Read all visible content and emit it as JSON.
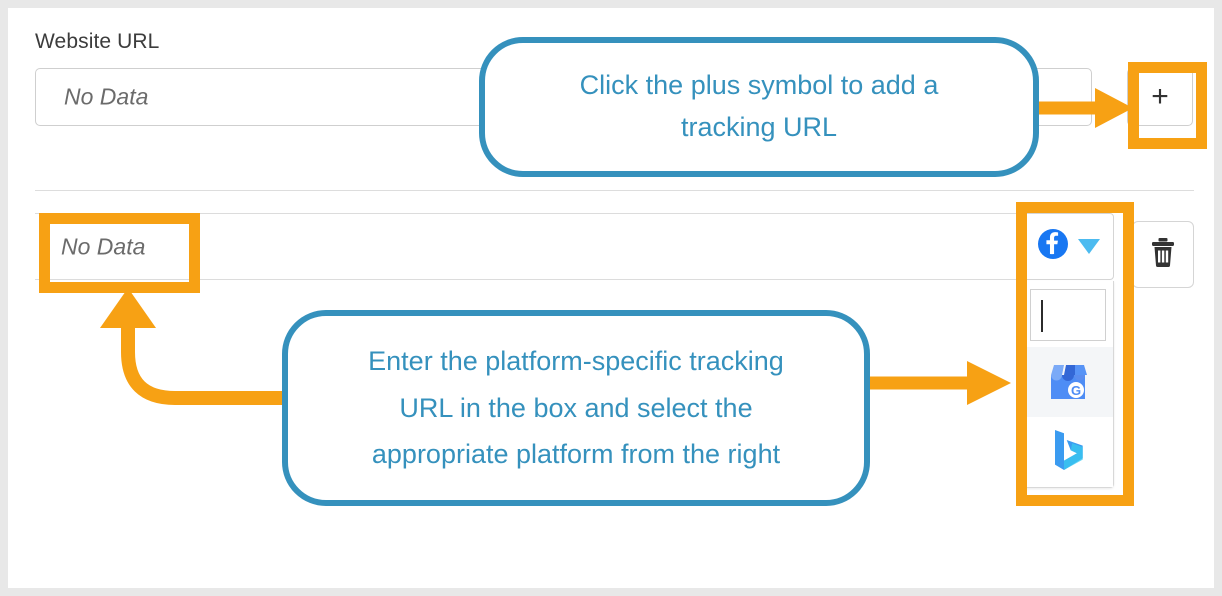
{
  "theme": {
    "accent_orange": "#f7a114",
    "callout_blue": "#3591bd",
    "caret_blue": "#4cbbf0",
    "facebook_blue": "#1877f2",
    "border_gray": "#cfcfcf",
    "frame_gray": "#e8e8e8"
  },
  "form": {
    "label": "Website URL",
    "url_placeholder": "No Data",
    "add_button_label": "+"
  },
  "row": {
    "tracking_url_placeholder": "No Data",
    "platform_search_value": "",
    "delete_icon": "trash-icon"
  },
  "platform_dropdown": {
    "selected": "facebook",
    "caret": "chevron-down-icon",
    "options": [
      {
        "id": "google-my-business",
        "icon": "google-my-business-icon",
        "highlighted": true
      },
      {
        "id": "bing",
        "icon": "bing-icon",
        "highlighted": false
      }
    ]
  },
  "callouts": [
    {
      "id": "callout-add-tracking-url",
      "lines": [
        "Click the plus symbol to add a",
        "tracking URL"
      ]
    },
    {
      "id": "callout-enter-tracking-url",
      "lines": [
        "Enter the platform-specific tracking",
        "URL in the box and select the",
        "appropriate platform from the right"
      ]
    }
  ],
  "highlights": [
    {
      "id": "highlight-plus-button",
      "target": "add-url-button"
    },
    {
      "id": "highlight-no-data-field",
      "target": "tracking-url-input"
    },
    {
      "id": "highlight-platform-selector",
      "target": "platform-dropdown"
    }
  ]
}
